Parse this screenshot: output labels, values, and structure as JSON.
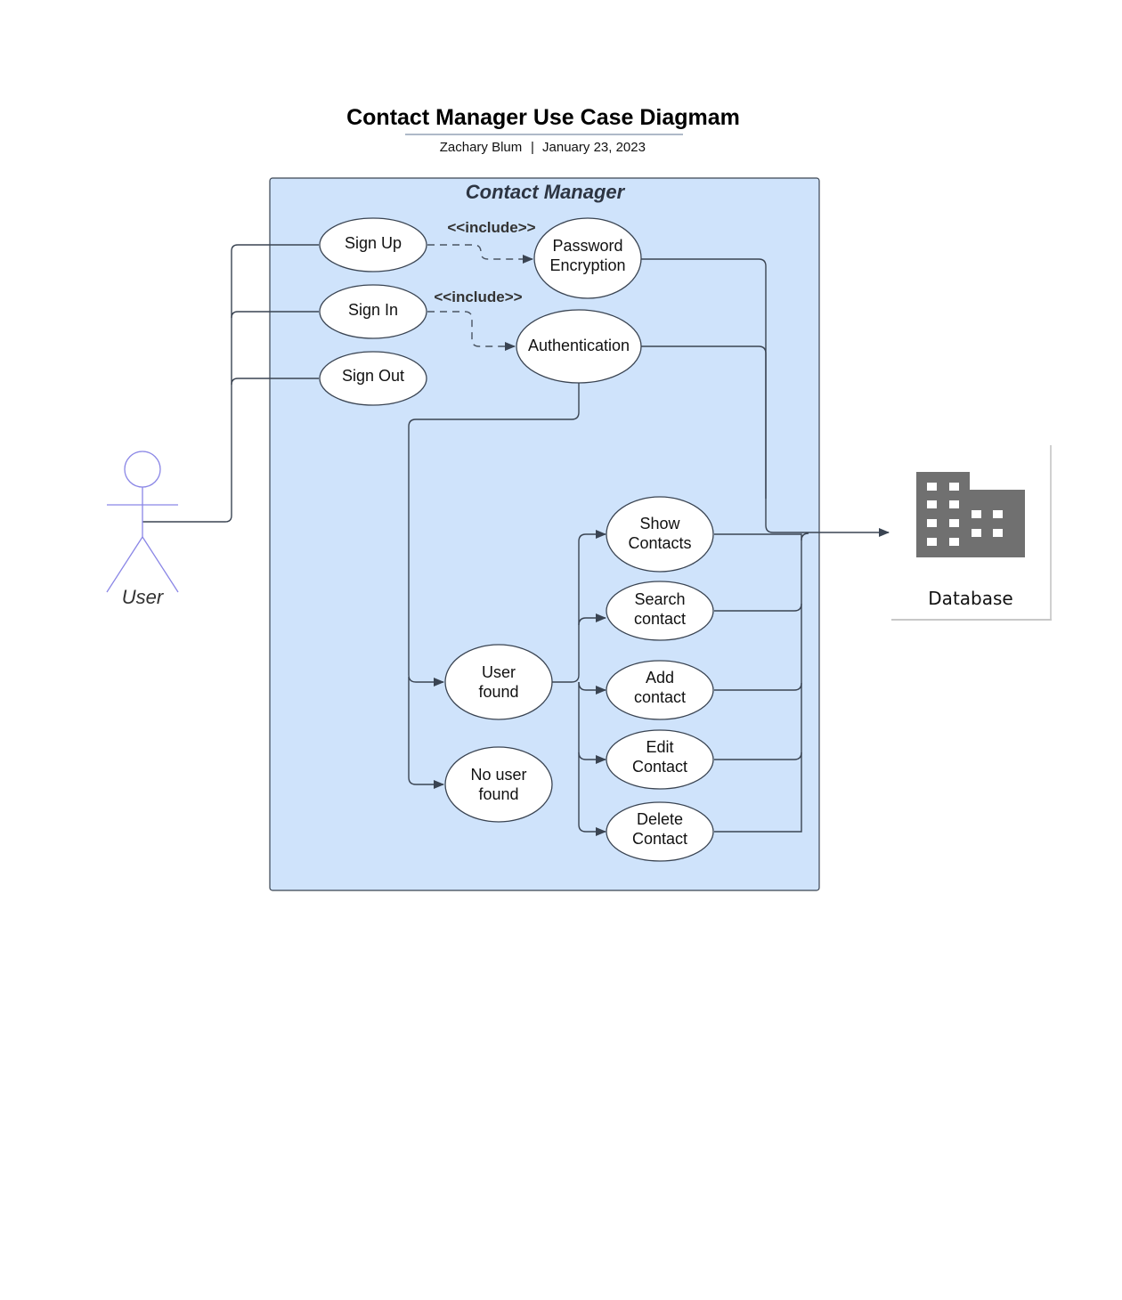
{
  "header": {
    "title": "Contact Manager Use Case Diagmam",
    "author": "Zachary Blum",
    "separator": "|",
    "date": "January 23, 2023"
  },
  "boundary": {
    "label": "Contact Manager"
  },
  "actor": {
    "label": "User"
  },
  "database": {
    "label": "Database",
    "icon": "building-icon"
  },
  "use_cases": {
    "sign_up": [
      "Sign Up"
    ],
    "sign_in": [
      "Sign In"
    ],
    "sign_out": [
      "Sign Out"
    ],
    "password_encryption": [
      "Password",
      "Encryption"
    ],
    "authentication": [
      "Authentication"
    ],
    "user_found": [
      "User",
      "found"
    ],
    "no_user_found": [
      "No user",
      "found"
    ],
    "show_contacts": [
      "Show",
      "Contacts"
    ],
    "search_contact": [
      "Search",
      "contact"
    ],
    "add_contact": [
      "Add",
      "contact"
    ],
    "edit_contact": [
      "Edit",
      "Contact"
    ],
    "delete_contact": [
      "Delete",
      "Contact"
    ]
  },
  "relations": {
    "include_1": "<<include>>",
    "include_2": "<<include>>"
  },
  "colors": {
    "boundary_fill": "#cfe3fb",
    "boundary_stroke": "#3a4452",
    "actor_stroke": "#8a86e6",
    "icon_fill": "#707070"
  }
}
